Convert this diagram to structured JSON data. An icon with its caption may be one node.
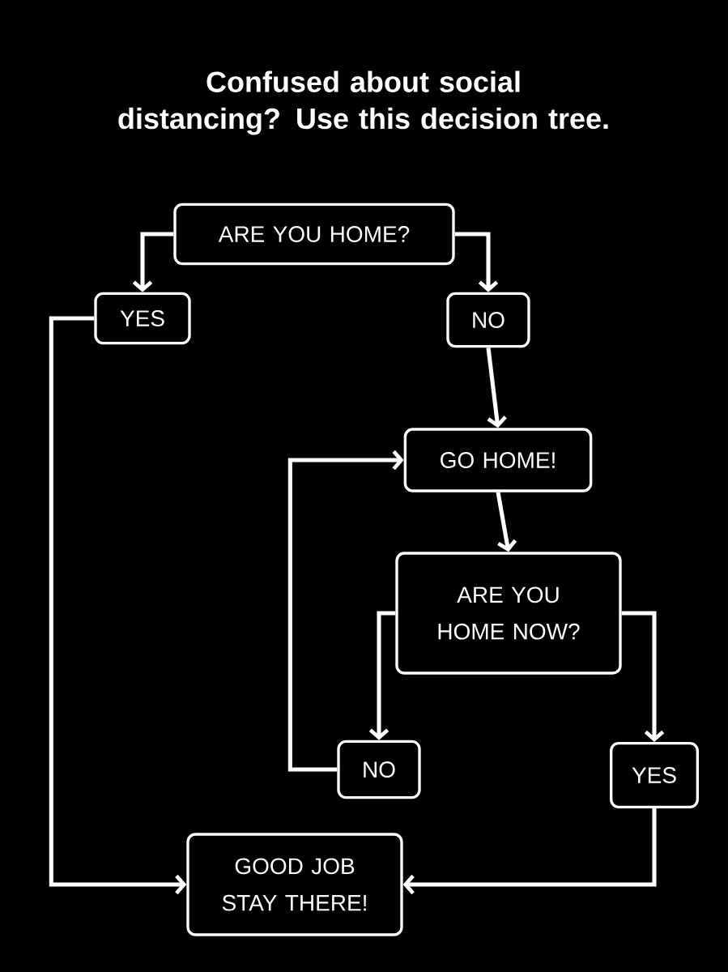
{
  "diagram": {
    "title": "Confused about social distancing? Use this decision tree.",
    "nodes": [
      {
        "text": [
          "ARE YOU HOME?"
        ]
      },
      {
        "text": [
          "YES"
        ]
      },
      {
        "text": [
          "NO"
        ]
      },
      {
        "text": [
          "GO HOME!"
        ]
      },
      {
        "text": [
          "ARE YOU HOME NOW?"
        ]
      },
      {
        "text": [
          "NO"
        ]
      },
      {
        "text": [
          "YES"
        ]
      },
      {
        "text": [
          "GOOD JOB STAY THERE!"
        ]
      }
    ],
    "edges": [
      {
        "from": 0,
        "to": 1,
        "arrow": "to"
      },
      {
        "from": 0,
        "to": 2,
        "arrow": "to"
      },
      {
        "from": 2,
        "to": 3,
        "arrow": "to"
      },
      {
        "from": 3,
        "to": 4,
        "arrow": "to"
      },
      {
        "from": 4,
        "to": 5,
        "arrow": "to"
      },
      {
        "from": 4,
        "to": 6,
        "arrow": "to"
      },
      {
        "from": 5,
        "to": 3,
        "arrow": "to"
      },
      {
        "from": 1,
        "to": 7,
        "arrow": "to"
      },
      {
        "from": 6,
        "to": 7,
        "arrow": "to"
      }
    ]
  }
}
